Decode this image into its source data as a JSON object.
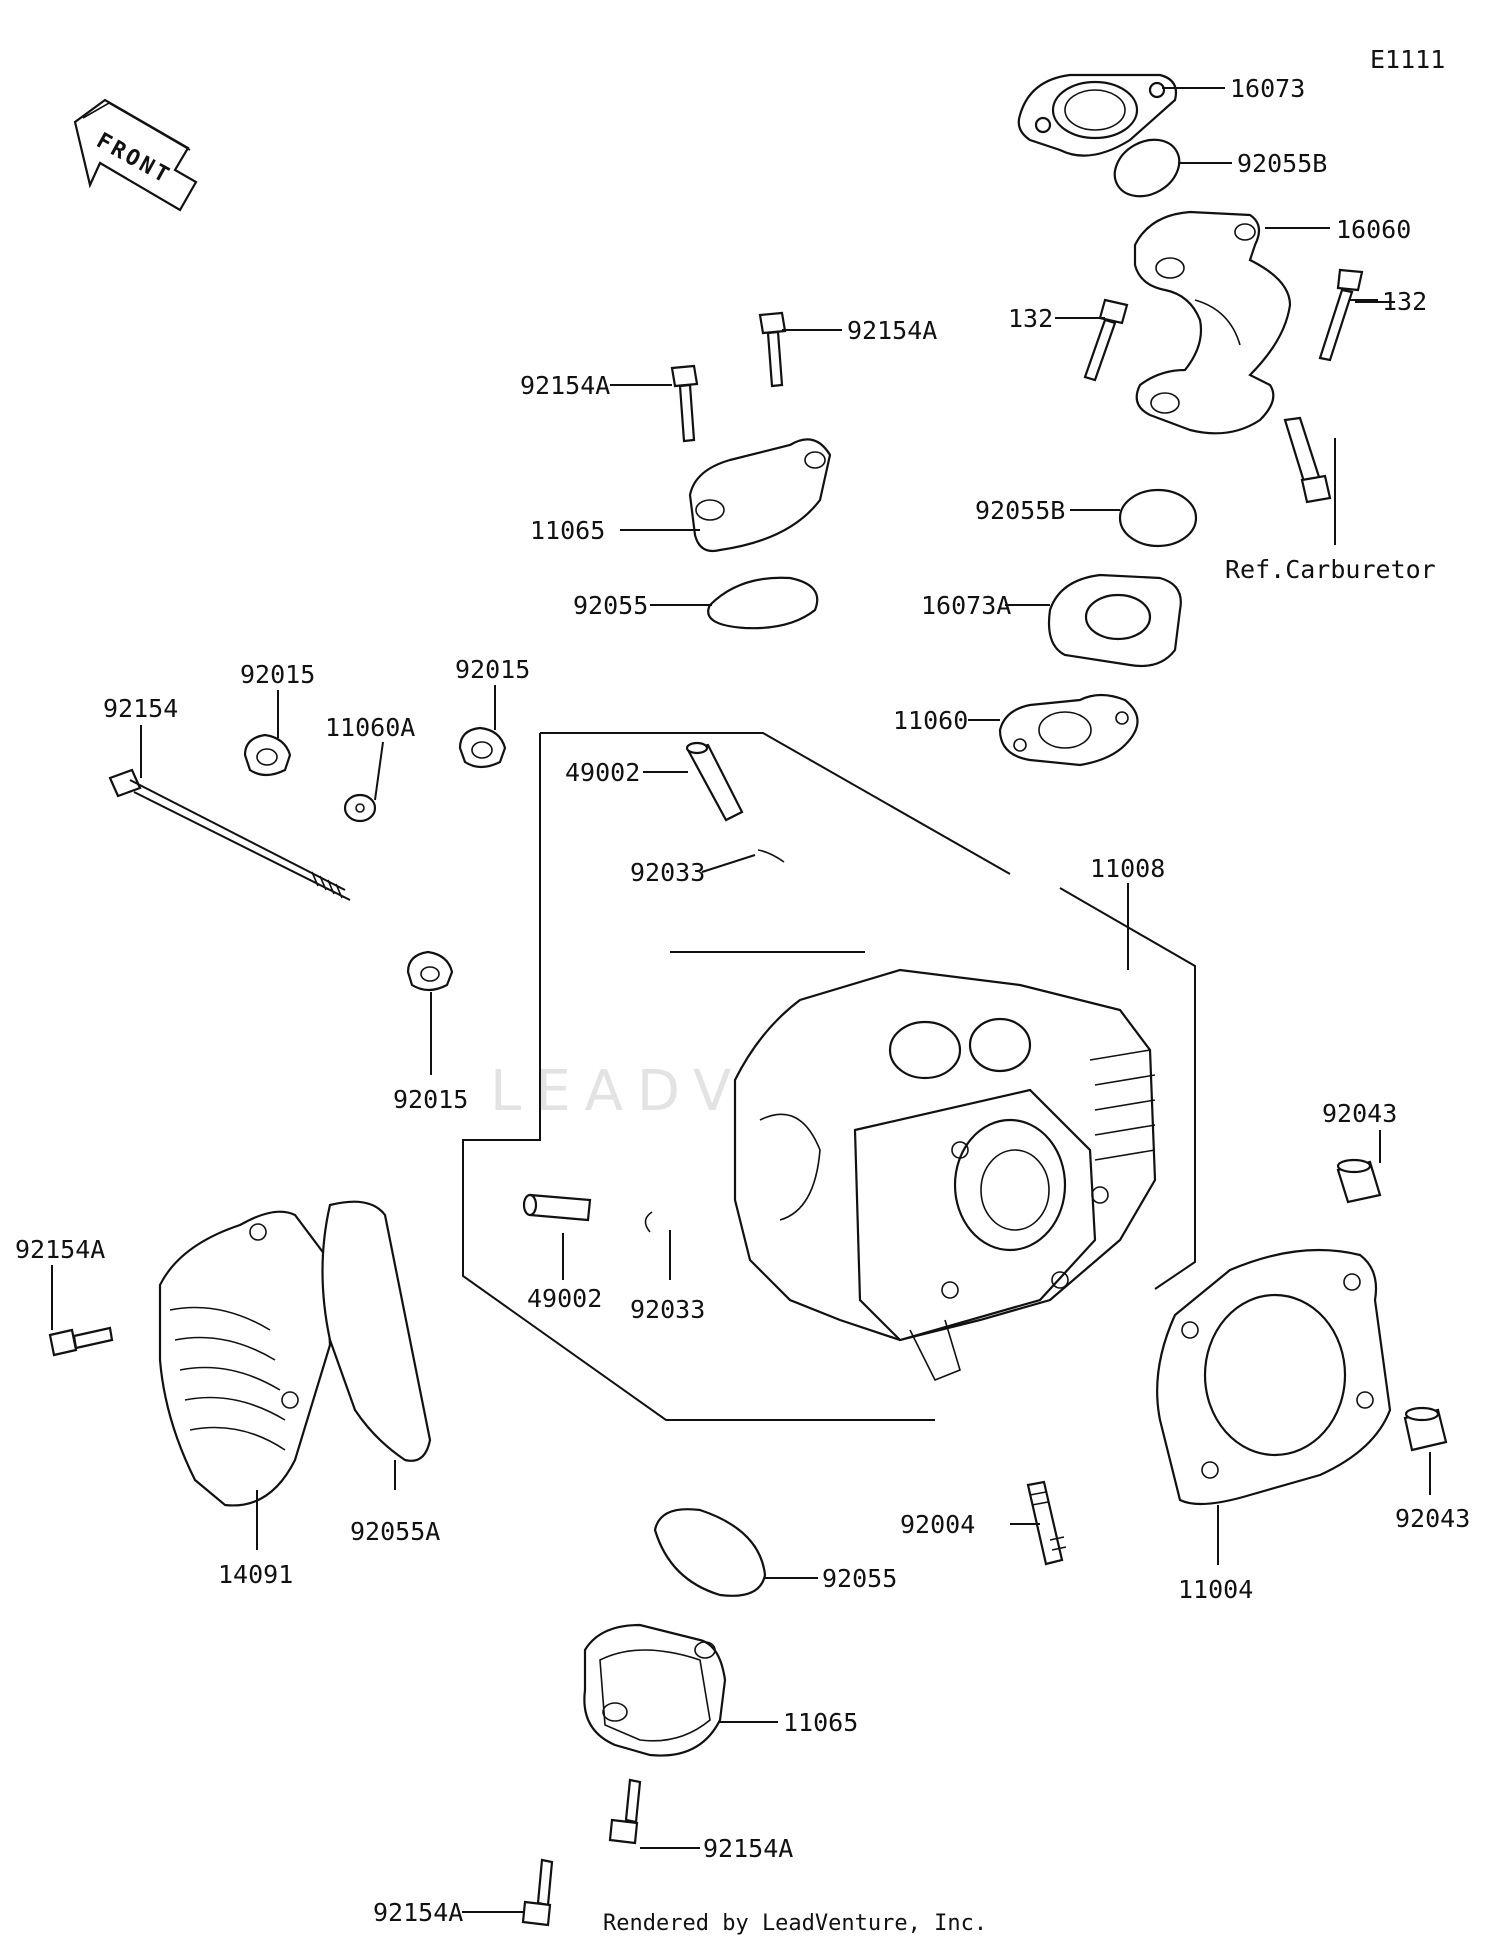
{
  "diagram_id": "E1111",
  "front_label": "FRONT",
  "watermark": "LEADVENTURE",
  "footer": "Rendered by LeadVenture, Inc.",
  "callouts": {
    "c16073": "16073",
    "c92055B_top": "92055B",
    "c16060": "16060",
    "c132_right": "132",
    "c132_left": "132",
    "c92154A_top1": "92154A",
    "c92154A_top2": "92154A",
    "c11065_top": "11065",
    "c92055_top": "92055",
    "c92055B_mid": "92055B",
    "ref_carburetor": "Ref.Carburetor",
    "c16073A": "16073A",
    "c11060": "11060",
    "c92154": "92154",
    "c92015_a": "92015",
    "c11060A": "11060A",
    "c92015_b": "92015",
    "c49002_top": "49002",
    "c92033_top": "92033",
    "c11008": "11008",
    "c92015_c": "92015",
    "c92043_top": "92043",
    "c92154A_left": "92154A",
    "c49002_bot": "49002",
    "c92033_bot": "92033",
    "c92055A": "92055A",
    "c14091": "14091",
    "c92004": "92004",
    "c11004": "11004",
    "c92043_bot": "92043",
    "c92055_bot": "92055",
    "c11065_bot": "11065",
    "c92154A_bot1": "92154A",
    "c92154A_bot2": "92154A"
  }
}
